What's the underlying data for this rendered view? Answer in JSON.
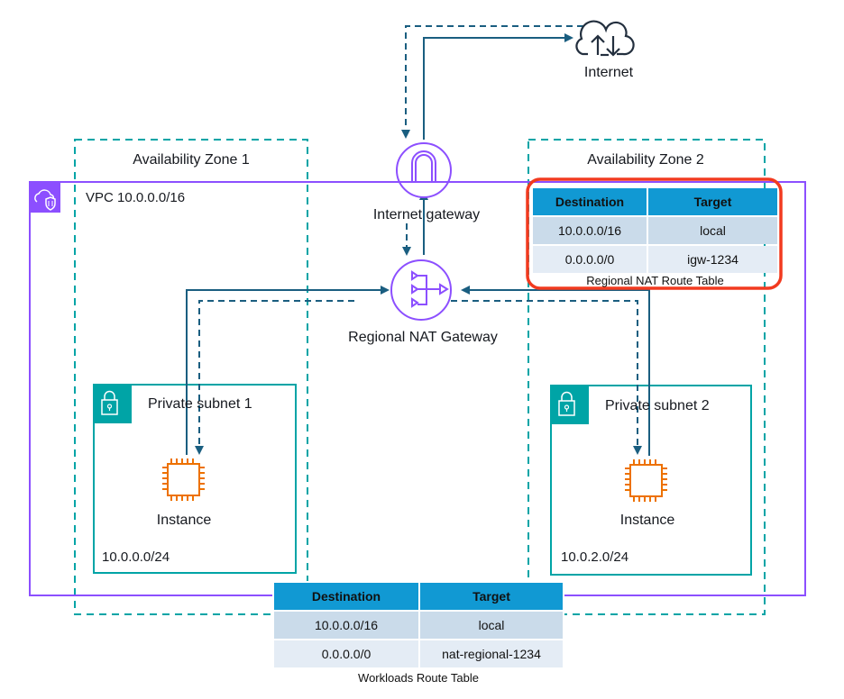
{
  "internet": {
    "label": "Internet",
    "icon": "cloud-upload-download-icon"
  },
  "internet_gateway": {
    "label": "Internet gateway",
    "icon": "internet-gateway-icon"
  },
  "nat_gateway": {
    "label": "Regional NAT Gateway",
    "icon": "nat-gateway-icon"
  },
  "vpc": {
    "label": "VPC 10.0.0.0/16",
    "icon": "vpc-cloud-shield-icon"
  },
  "availability_zones": [
    {
      "label": "Availability Zone 1"
    },
    {
      "label": "Availability Zone 2"
    }
  ],
  "subnets": [
    {
      "label": "Private subnet 1",
      "cidr": "10.0.0.0/24",
      "instance_label": "Instance",
      "icon": "lock-icon"
    },
    {
      "label": "Private subnet 2",
      "cidr": "10.0.2.0/24",
      "instance_label": "Instance",
      "icon": "lock-icon"
    }
  ],
  "regional_nat_route_table": {
    "caption": "Regional NAT Route Table",
    "highlighted": true,
    "headers": [
      "Destination",
      "Target"
    ],
    "rows": [
      [
        "10.0.0.0/16",
        "local"
      ],
      [
        "0.0.0.0/0",
        "igw-1234"
      ]
    ]
  },
  "workloads_route_table": {
    "caption": "Workloads Route Table",
    "headers": [
      "Destination",
      "Target"
    ],
    "rows": [
      [
        "10.0.0.0/16",
        "local"
      ],
      [
        "0.0.0.0/0",
        "nat-regional-1234"
      ]
    ]
  },
  "colors": {
    "vpc_border": "#8c4fff",
    "az_border": "#00a4a6",
    "subnet_border": "#00a4a6",
    "flow_line": "#1a5e80",
    "highlight": "#f23a1f",
    "instance": "#ed7100",
    "table_header": "#1199d3"
  }
}
